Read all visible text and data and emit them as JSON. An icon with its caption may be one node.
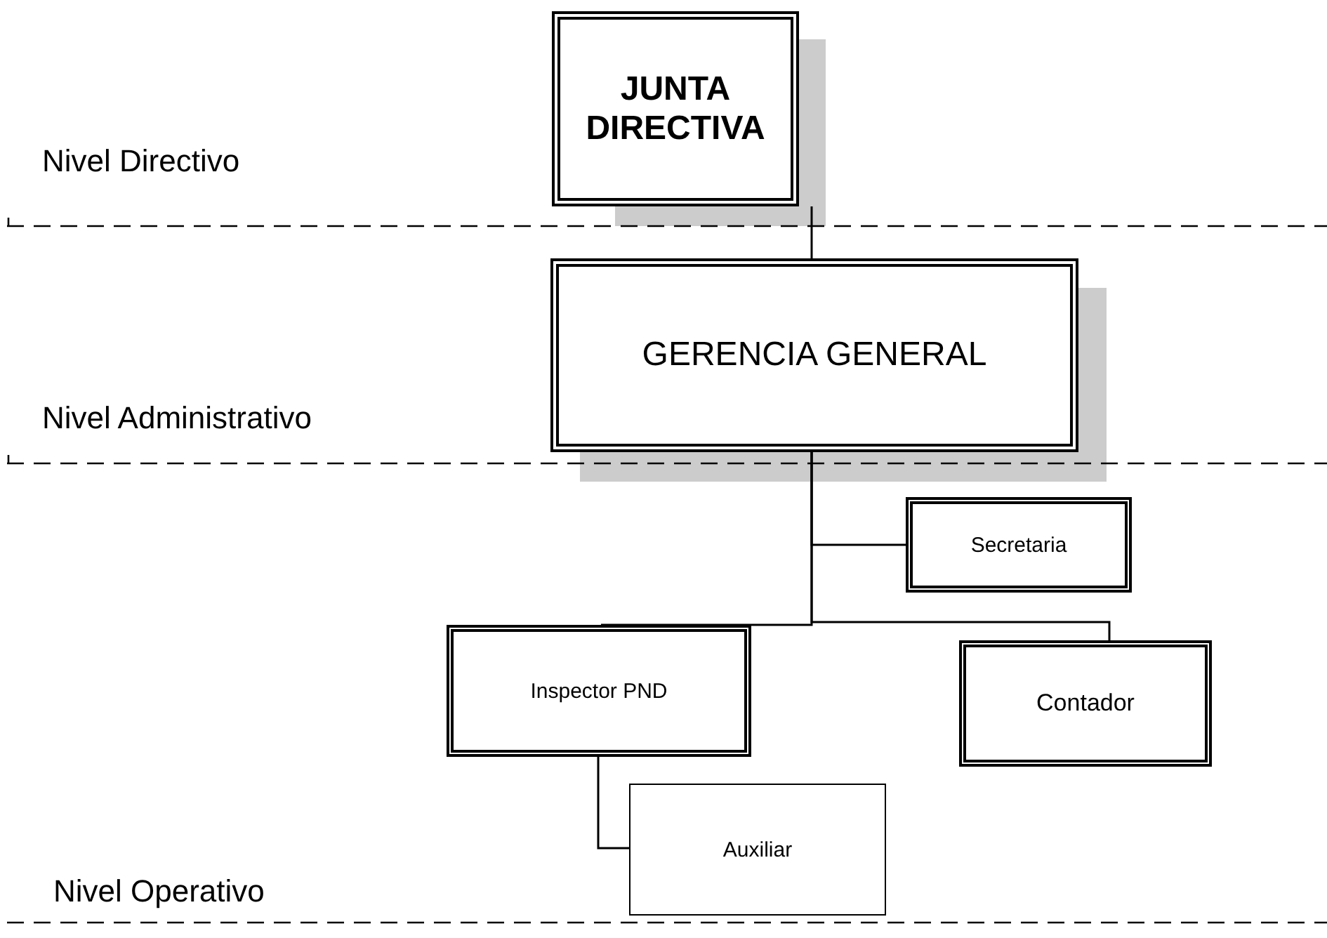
{
  "diagram": {
    "nodes": [
      {
        "text": [
          "JUNTA DIRECTIVA"
        ]
      },
      {
        "text": [
          "GERENCIA GENERAL"
        ]
      },
      {
        "text": [
          "Secretaria"
        ]
      },
      {
        "text": [
          "Inspector PND"
        ]
      },
      {
        "text": [
          "Contador"
        ]
      },
      {
        "text": [
          "Auxiliar"
        ]
      }
    ],
    "edges": [
      {
        "from": 0,
        "to": 1,
        "arrow": "none"
      },
      {
        "from": 1,
        "to": 2,
        "arrow": "none"
      },
      {
        "from": 1,
        "to": 3,
        "arrow": "none"
      },
      {
        "from": 1,
        "to": 4,
        "arrow": "none"
      },
      {
        "from": 3,
        "to": 5,
        "arrow": "none"
      }
    ],
    "labels": [
      "Nivel Directivo",
      "Nivel Administrativo",
      "Nivel Operativo"
    ]
  }
}
